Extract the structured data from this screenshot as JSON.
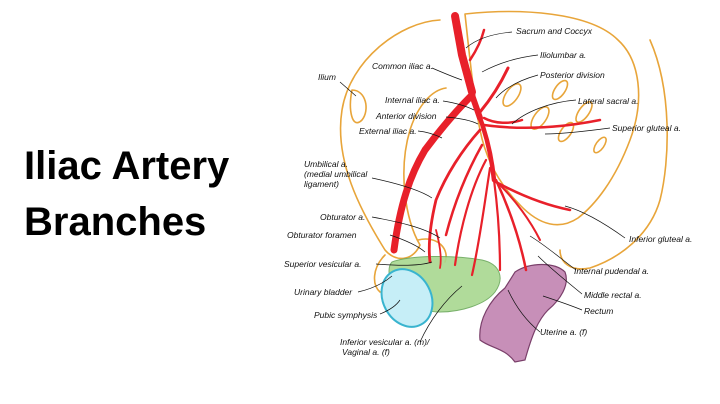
{
  "title": {
    "line1": "Iliac Artery",
    "line2": "Branches"
  },
  "colors": {
    "artery": "#e8202a",
    "bone": "#e8a53a",
    "bladder": "#a8d890",
    "symphysis": "#39b4cf",
    "rectum": "#c78fb8",
    "leader": "#111111"
  },
  "labels": {
    "sacrum": "Sacrum and Coccyx",
    "iliolumbar": "Iliolumbar a.",
    "posterior_division": "Posterior division",
    "lateral_sacral": "Lateral sacral a.",
    "superior_gluteal": "Superior gluteal a.",
    "ilium": "Ilium",
    "common_iliac": "Common iliac a.",
    "internal_iliac": "Internal iliac a.",
    "anterior_division": "Anterior division",
    "external_iliac": "External iliac a.",
    "umbilical_1": "Umbilical a.",
    "umbilical_2": "(medial umbilical",
    "umbilical_3": "ligament)",
    "obturator": "Obturator a.",
    "obturator_foramen": "Obturator foramen",
    "superior_vesicular": "Superior vesicular a.",
    "urinary_bladder": "Urinary bladder",
    "pubic_symphysis": "Pubic symphysis",
    "inferior_vesicular_1": "Inferior vesicular a. (m)/",
    "inferior_vesicular_2": "Vaginal a. (f)",
    "inferior_gluteal": "Inferior gluteal a.",
    "internal_pudendal": "Internal pudendal a.",
    "middle_rectal": "Middle rectal a.",
    "rectum": "Rectum",
    "uterine": "Uterine a. (f)"
  }
}
